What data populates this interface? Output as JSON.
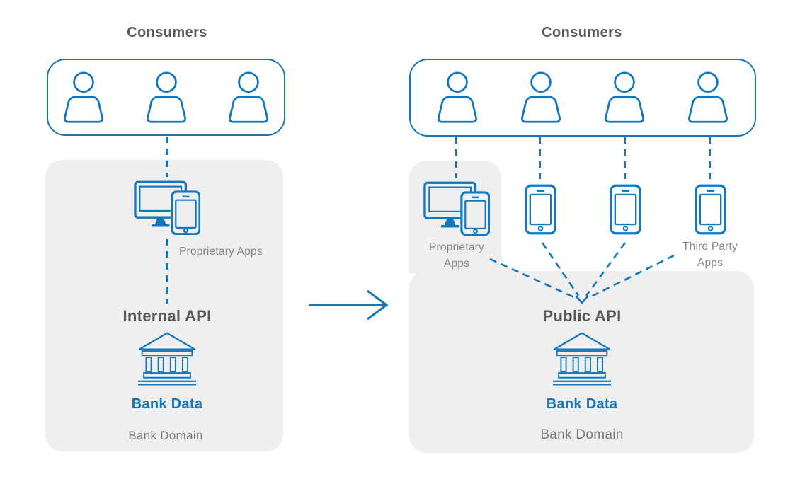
{
  "diagram": {
    "left": {
      "title": "Consumers",
      "consumers_count": 3,
      "apps_label": "Proprietary Apps",
      "api_label": "Internal API",
      "data_label": "Bank Data",
      "domain_label": "Bank Domain"
    },
    "right": {
      "title": "Consumers",
      "consumers_count": 4,
      "proprietary_apps_line1": "Proprietary",
      "proprietary_apps_line2": "Apps",
      "third_party_apps_line1": "Third Party",
      "third_party_apps_line2": "Apps",
      "api_label": "Public API",
      "data_label": "Bank Data",
      "domain_label": "Bank Domain"
    },
    "colors": {
      "blue": "#1377BE",
      "panel_gray": "#EFEFEF",
      "heading_gray": "#58595B",
      "muted_gray": "#85878A",
      "domain_gray": "#76777A"
    }
  }
}
